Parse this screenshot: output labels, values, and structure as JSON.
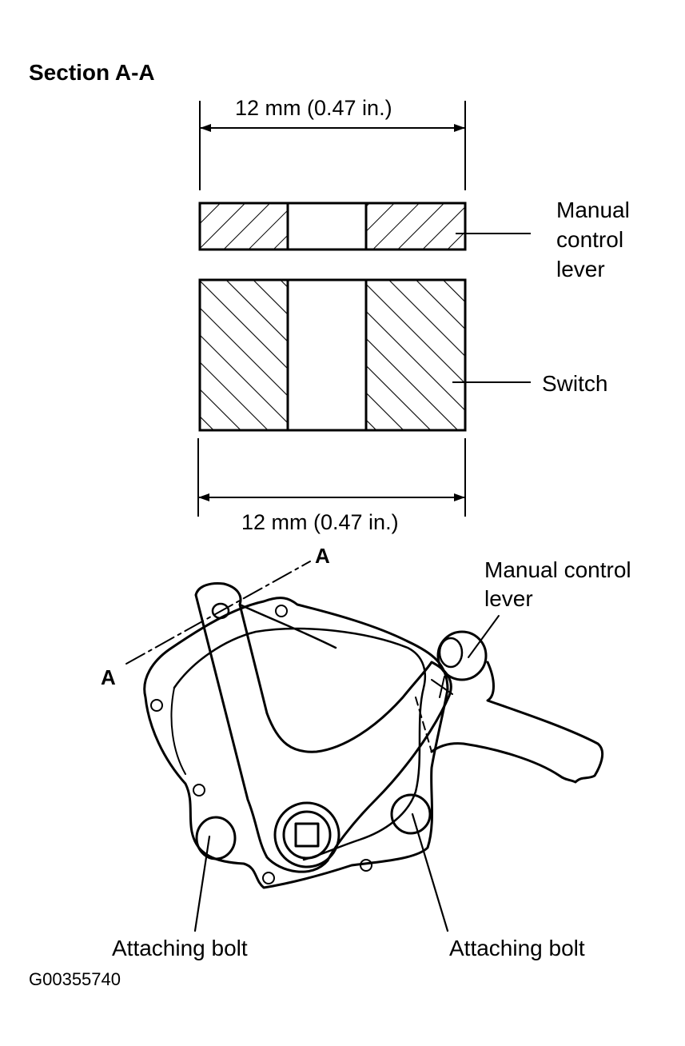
{
  "section_title": "Section A-A",
  "dimension_top": "12 mm (0.47 in.)",
  "dimension_bottom": "12 mm (0.47 in.)",
  "callouts": {
    "manual_control_lever_section": [
      "Manual",
      "control",
      "lever"
    ],
    "switch": "Switch",
    "manual_control_lever_assembly": [
      "Manual control",
      "lever"
    ],
    "attaching_bolt_left": "Attaching bolt",
    "attaching_bolt_right": "Attaching bolt"
  },
  "section_markers": {
    "upper": "A",
    "lower": "A"
  },
  "figure_id": "G00355740"
}
